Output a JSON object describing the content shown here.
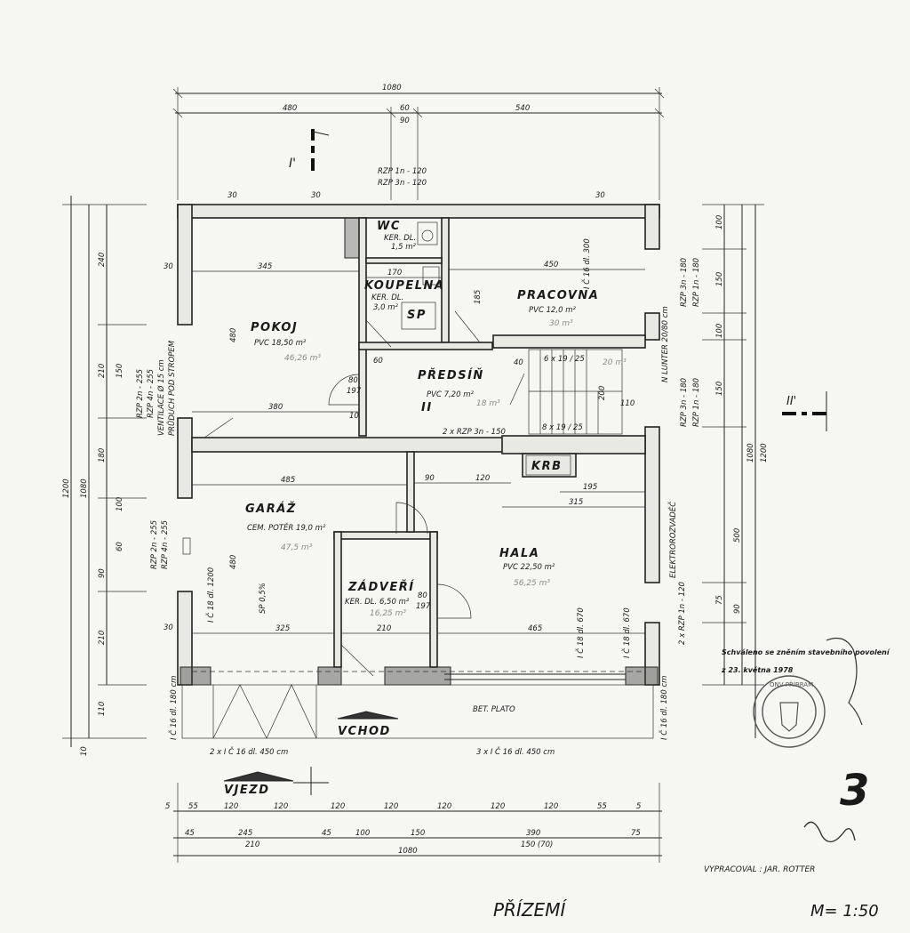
{
  "rooms": {
    "pokoj": {
      "name": "POKOJ",
      "floor": "PVC 18,50 m²",
      "pencil": "46,26 m³"
    },
    "wc": {
      "name": "WC",
      "floor": "KER. DL.",
      "area": "1,5 m²"
    },
    "koupelna": {
      "name": "KOUPELNA",
      "floor": "KER. DL.",
      "area": "3,0 m²",
      "sp": "SP"
    },
    "pracovna": {
      "name": "PRACOVNA",
      "floor": "PVC 12,0 m²",
      "pencil": "30 m³"
    },
    "predsin": {
      "name": "PŘEDSÍŇ",
      "floor": "PVC 7,20 m²",
      "pencil": "18 m³"
    },
    "garaz": {
      "name": "GARÁŽ",
      "floor": "CEM. POTĚR 19,0 m²",
      "pencil": "47,5 m³",
      "slope": "SP 0,5%"
    },
    "hala": {
      "name": "HALA",
      "floor": "PVC 22,50 m²",
      "pencil": "56,25 m³"
    },
    "zadveri": {
      "name": "ZÁDVEŘÍ",
      "floor": "KER. DL. 6,50 m²",
      "pencil": "16,25 m³"
    },
    "krb": {
      "name": "KRB"
    }
  },
  "stairs": {
    "upper": "6 x 19 / 25",
    "lower": "8 x 19 / 25",
    "pencil": "20 m³"
  },
  "labels": {
    "vchod": "VCHOD",
    "vjezd": "VJEZD",
    "bet_plato": "BET. PLATO",
    "section_i": "I'",
    "section_ii": "II'",
    "section_ii_mid": "II",
    "title": "PŘÍZEMÍ",
    "scale": "M= 1:50",
    "sheet_number": "3",
    "author": "VYPRACOVAL : JAR. ROTTER",
    "approval_line1": "Schváleno se zněním stavebního povolení",
    "approval_line2": "z 23. května 1978",
    "stamp_top": "ONV PŘÍBRAM",
    "rzp_top1": "RZP 1n - 120",
    "rzp_top2": "RZP 3n - 120",
    "rzp_mid": "2 x RZP 3n - 150",
    "rzp_right1": "RZP 3n - 180",
    "rzp_right2": "RZP 1n - 180",
    "rzp_right3": "RZP 3n - 180",
    "rzp_right4": "RZP 1n - 180",
    "rzp_right5": "2 x RZP 1n - 120",
    "lunter": "N LUNTER 20/80 cm",
    "elektro": "ELEKTROROZVADĚČ",
    "rzp_left1": "RZP 2n - 255",
    "rzp_left2": "RZP 4n - 255",
    "vent": "VENTILACE Ø 15 cm",
    "vent2": "PRŮDUCH POD STROPEM",
    "rzp_left3": "RZP 2n - 255",
    "rzp_left4": "RZP 4n - 255",
    "ic_top": "I Č 16 dl. 300",
    "ic_garaz": "I Č 18 dl. 1200",
    "ic_hala1": "I Č 18 dl. 670",
    "ic_hala2": "I Č 18 dl. 670",
    "ic_left_bottom": "I Č 16 dl. 180 cm",
    "ic_right_bottom": "I Č 16 dl. 180 cm",
    "ic_bottom1": "2 x I Č 16 dl. 450 cm",
    "ic_bottom2": "3 x I Č 16 dl. 450 cm"
  },
  "dims": {
    "top_total": "1080",
    "top_a": "480",
    "top_b": "60",
    "top_c": "540",
    "top_d": "90",
    "bot1": [
      "5",
      "55",
      "120",
      "120",
      "120",
      "120",
      "120",
      "120",
      "120",
      "55",
      "5"
    ],
    "bot2": [
      "45",
      "245",
      "45",
      "100",
      "150",
      "390",
      "75"
    ],
    "bot2b": [
      "210",
      "150 (70)"
    ],
    "bot_total": "1080",
    "left_total": "1200",
    "left_total2": "1080",
    "left_a": "240",
    "left_b": "210",
    "left_c": "180",
    "left_d": "150",
    "left_e": "90",
    "left_f": "60",
    "left_g": "210",
    "left_h": "110",
    "left_i": "10",
    "left_j": "100",
    "right_total": "1080",
    "right_total2": "1200",
    "right_a": "100",
    "right_b": "150",
    "right_c": "100",
    "right_d": "150",
    "right_e": "500",
    "right_f": "75",
    "right_g": "90",
    "in_345": "345",
    "in_450": "450",
    "in_380": "380",
    "in_485": "485",
    "in_325": "325",
    "in_465": "465",
    "in_315": "315",
    "in_195": "195",
    "in_120": "120",
    "in_90": "90",
    "in_210": "210",
    "in_170": "170",
    "in_110": "110",
    "in_200": "200",
    "in_480": "480",
    "in_185": "185",
    "in_30": "30",
    "in_10": "10",
    "in_80": "80",
    "in_197": "197",
    "in_60": "60",
    "in_40": "40"
  }
}
